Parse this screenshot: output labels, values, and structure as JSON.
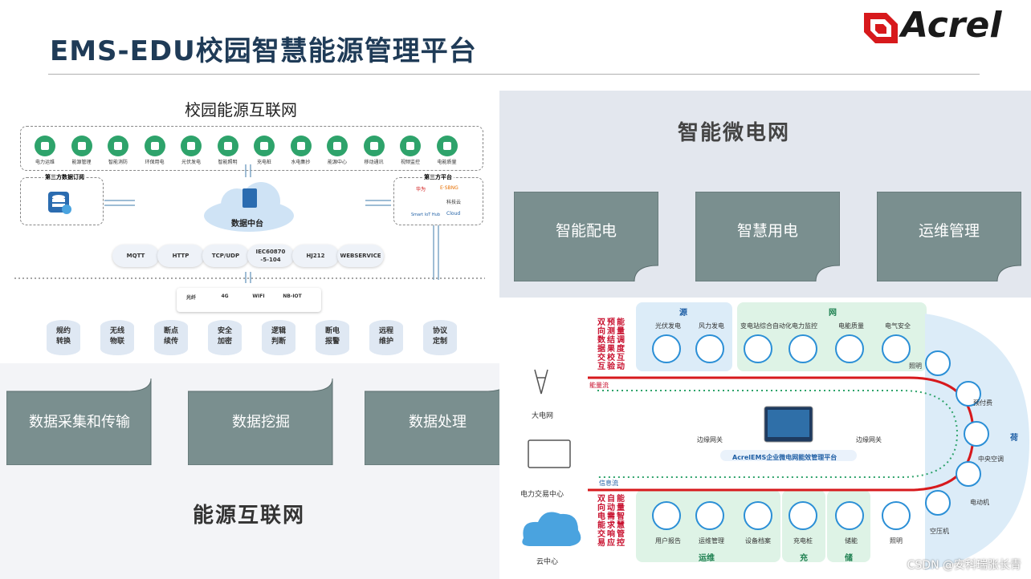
{
  "header": {
    "title": "EMS-EDU校园智慧能源管理平台",
    "logo": "Acrel"
  },
  "campus": {
    "title": "校园能源互联网",
    "apps": [
      "电力运维",
      "能源管理",
      "智能消防",
      "环保用电",
      "光伏发电",
      "智能照明",
      "充电桩",
      "水电集抄",
      "能源中心",
      "移动通讯",
      "视频监控",
      "电能质量"
    ],
    "third_data": "第三方数据订阅",
    "third_platform": "第三方平台",
    "platforms": [
      "华为",
      "E·SBNG",
      "科技云",
      "Smart IoT Hub",
      "Cloud"
    ],
    "data_center": "数据中台",
    "protocols": [
      "MQTT",
      "HTTP",
      "TCP/UDP",
      "IEC60870\n-5-104",
      "HJ212",
      "WEBSERVICE"
    ],
    "networks": [
      "光纤",
      "4G",
      "WIFI",
      "NB-IOT"
    ],
    "functions": [
      "规约\n转换",
      "无线\n物联",
      "断点\n续传",
      "安全\n加密",
      "逻辑\n判断",
      "断电\n报警",
      "远程\n维护",
      "协议\n定制"
    ]
  },
  "micro": {
    "title": "智能微电网",
    "cards": [
      "智能配电",
      "智慧用电",
      "运维管理"
    ]
  },
  "features": {
    "cards": [
      "数据采集和传输",
      "数据挖掘",
      "数据处理"
    ],
    "caption": "能源互联网"
  },
  "ems": {
    "source": "源",
    "grid": "网",
    "load": "荷",
    "ops": "运维",
    "charge": "充",
    "storage": "储",
    "source_items": [
      "光伏发电",
      "风力发电"
    ],
    "grid_items": [
      "变电站综合自动化",
      "电力监控",
      "电能质量",
      "电气安全"
    ],
    "load_items": [
      "照明",
      "预付费",
      "中央空调",
      "电动机",
      "空压机"
    ],
    "bottom_items": [
      "用户报告",
      "运维管理",
      "设备档案",
      "充电桩",
      "储能",
      "照明"
    ],
    "left_nodes": [
      "大电网",
      "电力交易中心",
      "云中心"
    ],
    "flows": {
      "energy": "能量流",
      "info": "信息流"
    },
    "top_red": [
      "能量调度互动",
      "预测结果校验",
      "双向数据交互"
    ],
    "bottom_red": [
      "能量智慧管控",
      "自动需求响应",
      "双向电能交易"
    ],
    "platform": "AcrelEMS企业微电网能效管理平台",
    "gateway": "边缘网关"
  },
  "watermark": "CSDN @安科瑞张长青",
  "colors": {
    "card": "#7a8f8f",
    "title": "#1f3b57",
    "red": "#c8102e",
    "green": "#1c7f4f"
  }
}
